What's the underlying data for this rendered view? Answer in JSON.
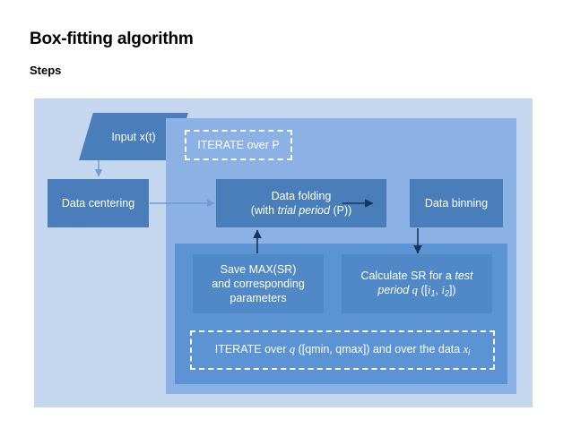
{
  "page": {
    "title": "Box-fitting algorithm",
    "subtitle": "Steps"
  },
  "colors": {
    "outer_panel": "#c5d6ef",
    "iterate_p_panel": "#8cb1e4",
    "iterate_q_panel": "#5b93d4",
    "box_fill": "#4a7ebb",
    "box_text": "#ffffff",
    "arrow_dark": "#17365d",
    "arrow_light": "#6f9ad3",
    "background": "#ffffff"
  },
  "flowchart": {
    "input": {
      "label": "Input x(t)",
      "shape": "parallelogram"
    },
    "data_centering": {
      "label": "Data centering"
    },
    "iterate_p": {
      "label": "ITERATE over P"
    },
    "data_folding": {
      "line1": "Data folding",
      "line2_prefix": "(with  ",
      "line2_italic": "trial period",
      "line2_suffix": " (P))"
    },
    "data_binning": {
      "label": "Data binning"
    },
    "save_max": {
      "line1": "Save MAX(SR)",
      "line2": "and corresponding",
      "line3": "parameters"
    },
    "calculate_sr": {
      "line1_prefix": "Calculate SR for a ",
      "line1_italic": "test",
      "line2_italic_a": "period",
      "line2_var_q": "q",
      "line2_open": " ([",
      "line2_var_i1": "i",
      "line2_sub_1": "1",
      "line2_sep": ", ",
      "line2_var_i2": "i",
      "line2_sub_2": "2",
      "line2_close": "])"
    },
    "iterate_q": {
      "prefix": "ITERATE over ",
      "var_q": "q",
      "range": " ([qmin, qmax]) and over  the data ",
      "var_x": "x",
      "sub_i": "i"
    }
  }
}
